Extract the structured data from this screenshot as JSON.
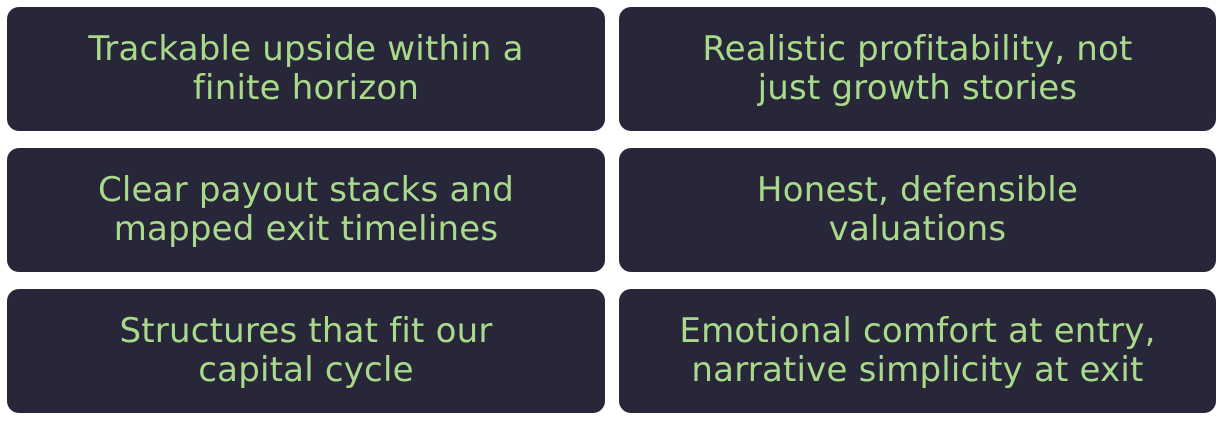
{
  "cards": [
    {
      "text": "Trackable upside within a\nfinite horizon"
    },
    {
      "text": "Realistic profitability, not\njust growth stories"
    },
    {
      "text": "Clear payout stacks and\nmapped exit timelines"
    },
    {
      "text": "Honest, defensible\nvaluations"
    },
    {
      "text": "Structures that fit our\ncapital cycle"
    },
    {
      "text": "Emotional comfort at entry,\nnarrative simplicity at exit"
    }
  ],
  "colors": {
    "card_background": "#272739",
    "text": "#a9d98a",
    "page_background": "#ffffff"
  }
}
